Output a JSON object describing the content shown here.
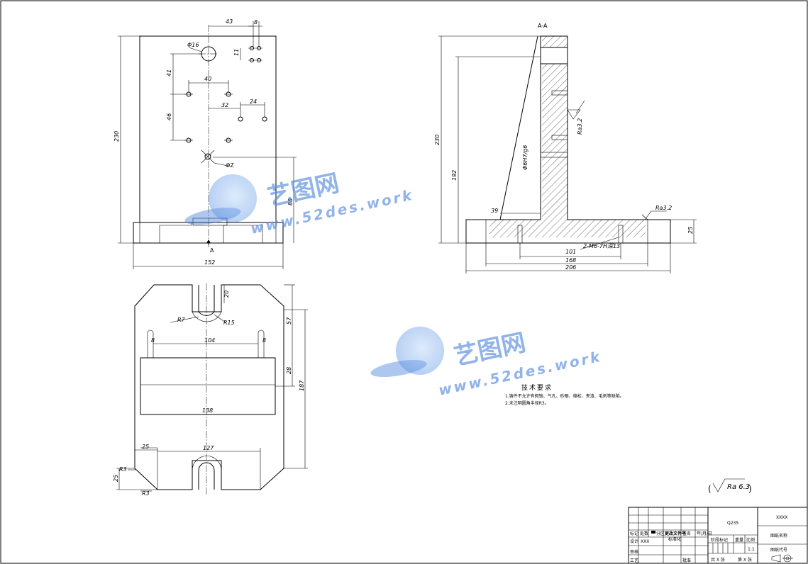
{
  "section_label": "A-A",
  "section_arrow_label": "A",
  "front_view": {
    "dims": {
      "d43": "43",
      "d8": "8",
      "d16": "Φ16",
      "d11": "11",
      "d41": "41",
      "d40": "40",
      "d32": "32",
      "d24": "24",
      "d46": "46",
      "d7": "Φ7",
      "d230": "230",
      "d88": "88",
      "d152": "152"
    }
  },
  "section_view": {
    "dims": {
      "d230": "230",
      "d192": "192",
      "d39": "39",
      "d101": "101",
      "d168": "168",
      "d206": "206",
      "d25": "25",
      "bore": "Φ6H7/g6",
      "thread": "2-M6-7H深13",
      "ra32a": "Ra3.2",
      "ra32b": "Ra3.2"
    }
  },
  "top_view": {
    "dims": {
      "d20": "20",
      "r7": "R7",
      "r15": "R15",
      "d8a": "8",
      "d104": "104",
      "d8b": "8",
      "d57": "57",
      "d28": "28",
      "d187": "187",
      "d138": "138",
      "d25": "25",
      "d127": "127",
      "d25v": "25",
      "r3a": "R3",
      "r3b": "R3"
    }
  },
  "tech_req": {
    "title": "技术要求",
    "line1": "1.铸件不允许有假锻、气孔、砂眼、缩松、夹渣、毛刺等缺陷。",
    "line2": "2.未注明圆角半径R3。"
  },
  "roughness_note": "Ra 6.3",
  "watermark": {
    "cn": "艺图网",
    "url": "www.52des.work"
  },
  "title_block": {
    "material": "Q235",
    "company": "XXXX",
    "drawing_name": "图纸名称",
    "drawing_code": "图纸代号",
    "r_mark": "标记",
    "r_count": "处数",
    "r_zone": "分区",
    "r_change": "更改文件号",
    "r_sign": "签名",
    "r_date": "年/月/日",
    "design_label": "设计",
    "design_name": "XXX",
    "std_label": "标准化",
    "stage_label": "阶段标记",
    "weight_label": "重量",
    "scale_label": "比例",
    "scale_value": "1:1",
    "review_label": "审核",
    "process_label": "工艺",
    "approve_label": "批准",
    "sheets_total": "共 X 张",
    "sheet_no": "第 X 张"
  }
}
